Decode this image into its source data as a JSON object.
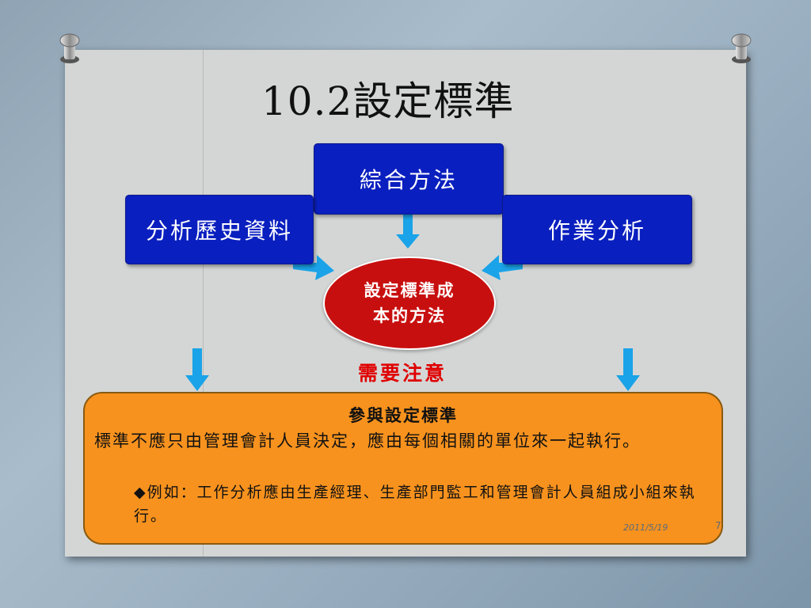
{
  "slide": {
    "title": "10.2設定標準",
    "boxes": {
      "top": "綜合方法",
      "left": "分析歷史資料",
      "right": "作業分析"
    },
    "center": {
      "line1": "設定標準成",
      "line2": "本的方法"
    },
    "note": "需要注意",
    "panel": {
      "title": "參與設定標準",
      "line1": "標準不應只由管理會計人員決定，應由每個相關的單位來一起執行。",
      "bullet_symbol": "◆",
      "bullet": "例如：工作分析應由生產經理、生產部門監工和管理會計人員組成小組來執行。"
    },
    "footer": {
      "date": "2011/5/19",
      "page": "7"
    }
  },
  "colors": {
    "box_blue": "#0a1fbf",
    "ellipse_red": "#c80f0f",
    "arrow_blue": "#1aa3e8",
    "panel_orange": "#f7921e",
    "note_red": "#e00000"
  }
}
